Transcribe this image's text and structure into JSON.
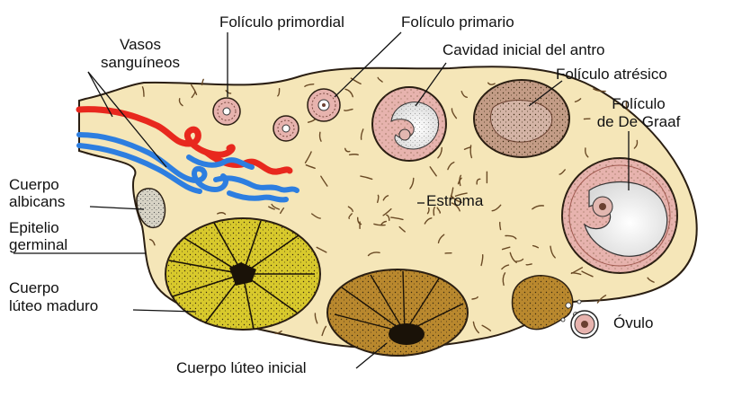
{
  "diagram": {
    "labels": {
      "primordial_follicle": "Folículo primordial",
      "primary_follicle": "Folículo primario",
      "blood_vessels_1": "Vasos",
      "blood_vessels_2": "sanguíneos",
      "antrum_cavity": "Cavidad inicial del antro",
      "atretic_follicle": "Folículo atrésico",
      "graaf_follicle_1": "Folículo",
      "graaf_follicle_2": "de De Graaf",
      "corpus_albicans_1": "Cuerpo",
      "corpus_albicans_2": "albicans",
      "stroma": "Estroma",
      "germinal_epithelium_1": "Epitelio",
      "germinal_epithelium_2": "germinal",
      "mature_corpus_luteum_1": "Cuerpo",
      "mature_corpus_luteum_2": "lúteo maduro",
      "ovum": "Óvulo",
      "early_corpus_luteum": "Cuerpo lúteo inicial"
    },
    "colors": {
      "stroma": "#f5e6b8",
      "outline": "#2a1e12",
      "artery": "#e8281e",
      "vein": "#2d7ee0",
      "corpus_luteum_mature": "#d8c92c",
      "corpus_luteum_early": "#b9882e",
      "follicle_pink": "#e7b3ae",
      "antrum": "#ffffff",
      "atretic": "#c39c86",
      "albicans": "#d7d3c5"
    }
  }
}
